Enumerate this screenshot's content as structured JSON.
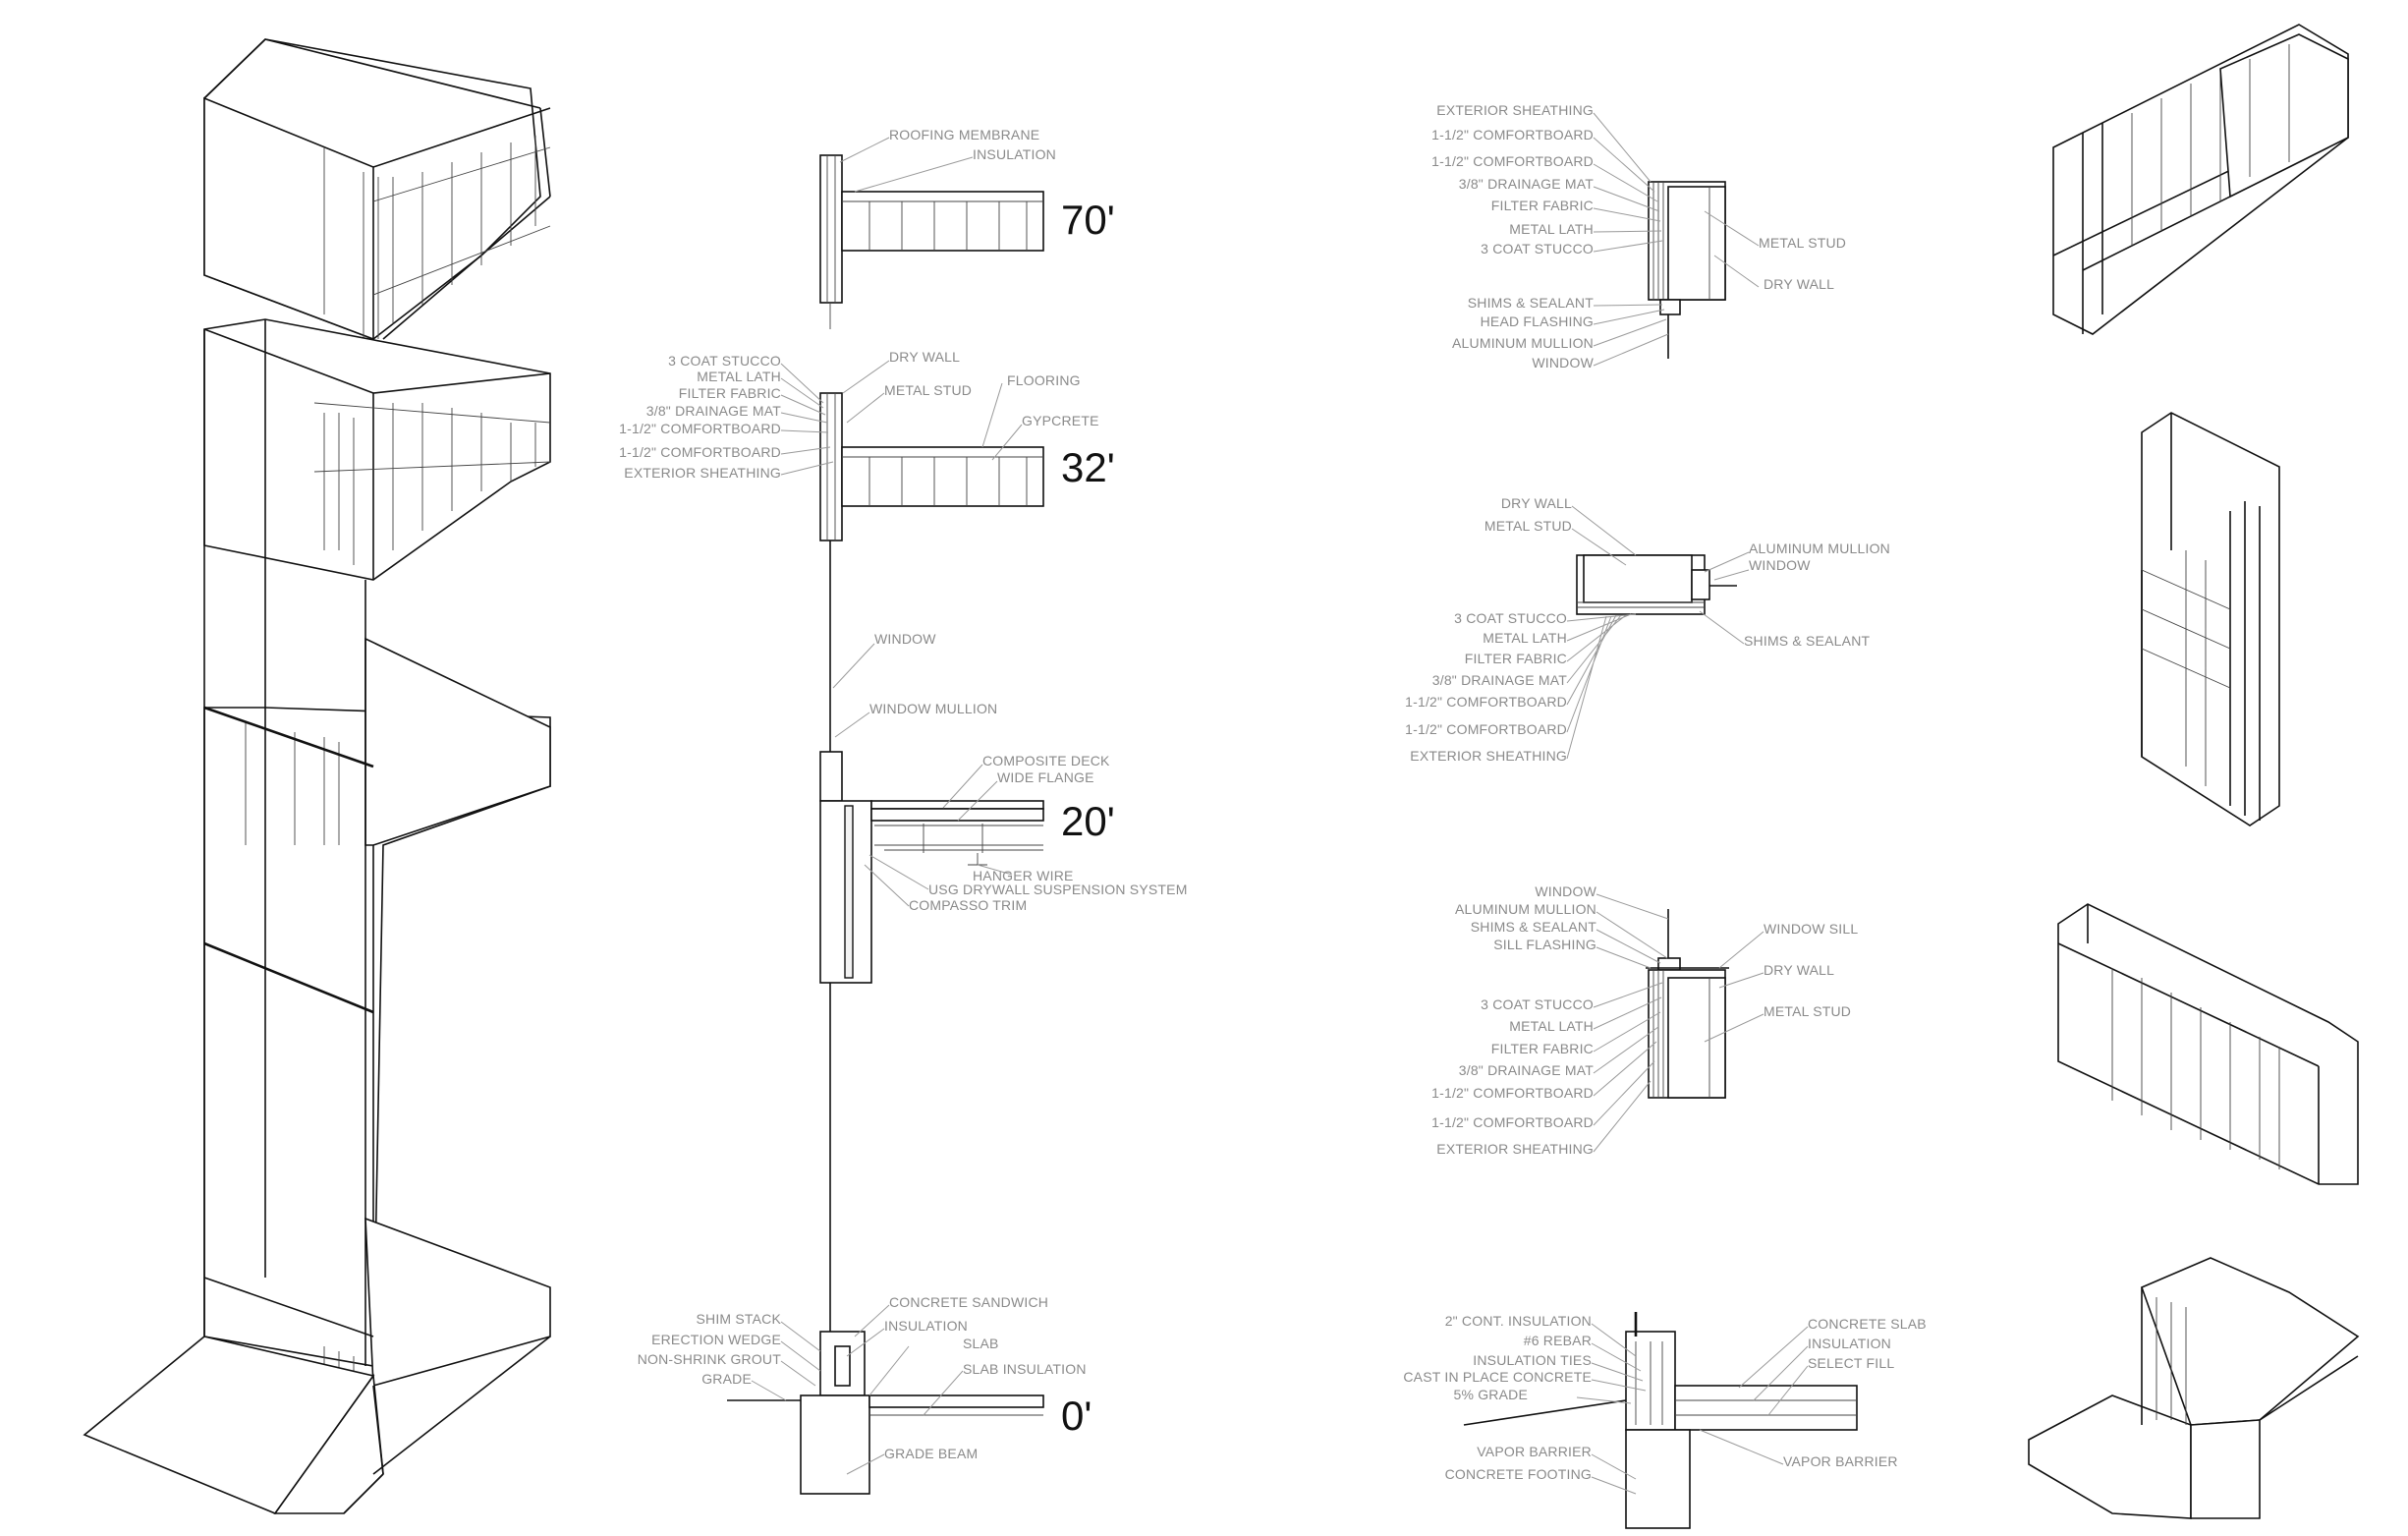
{
  "levels": [
    "70'",
    "32'",
    "20'",
    "0'"
  ],
  "section_labels": {
    "roof": [
      "ROOFING MEMBRANE",
      "INSULATION"
    ],
    "floor32_left": [
      "3 COAT STUCCO",
      "METAL LATH",
      "FILTER FABRIC",
      "3/8\" DRAINAGE MAT",
      "1-1/2\" COMFORTBOARD",
      "1-1/2\" COMFORTBOARD",
      "EXTERIOR SHEATHING"
    ],
    "floor32_right": [
      "DRY WALL",
      "METAL STUD",
      "FLOORING",
      "GYPCRETE"
    ],
    "window": [
      "WINDOW",
      "WINDOW MULLION"
    ],
    "floor20": [
      "COMPOSITE DECK",
      "WIDE FLANGE",
      "HANGER WIRE",
      "USG DRYWALL SUSPENSION SYSTEM",
      "COMPASSO TRIM"
    ],
    "base_left": [
      "SHIM STACK",
      "ERECTION WEDGE",
      "NON-SHRINK GROUT",
      "GRADE"
    ],
    "base_right": [
      "CONCRETE SANDWICH",
      "INSULATION",
      "SLAB",
      "SLAB INSULATION",
      "GRADE BEAM"
    ]
  },
  "detail_head": {
    "left": [
      "EXTERIOR SHEATHING",
      "1-1/2\" COMFORTBOARD",
      "1-1/2\" COMFORTBOARD",
      "3/8\" DRAINAGE MAT",
      "FILTER FABRIC",
      "METAL LATH",
      "3 COAT STUCCO",
      "SHIMS & SEALANT",
      "HEAD FLASHING",
      "ALUMINUM MULLION",
      "WINDOW"
    ],
    "right": [
      "METAL STUD",
      "DRY WALL"
    ]
  },
  "detail_jamb": {
    "top_left": [
      "DRY WALL",
      "METAL STUD"
    ],
    "right": [
      "ALUMINUM MULLION",
      "WINDOW",
      "SHIMS & SEALANT"
    ],
    "bottom_left": [
      "3 COAT STUCCO",
      "METAL LATH",
      "FILTER FABRIC",
      "3/8\" DRAINAGE MAT",
      "1-1/2\" COMFORTBOARD",
      "1-1/2\" COMFORTBOARD",
      "EXTERIOR SHEATHING"
    ]
  },
  "detail_sill": {
    "top_left": [
      "WINDOW",
      "ALUMINUM MULLION",
      "SHIMS & SEALANT",
      "SILL FLASHING"
    ],
    "right": [
      "WINDOW SILL",
      "DRY WALL",
      "METAL STUD"
    ],
    "bottom_left": [
      "3 COAT STUCCO",
      "METAL LATH",
      "FILTER FABRIC",
      "3/8\" DRAINAGE MAT",
      "1-1/2\" COMFORTBOARD",
      "1-1/2\" COMFORTBOARD",
      "EXTERIOR SHEATHING"
    ]
  },
  "detail_foundation": {
    "left": [
      "2\" CONT. INSULATION",
      "#6 REBAR",
      "INSULATION TIES",
      "CAST IN PLACE CONCRETE",
      "5% GRADE",
      "VAPOR BARRIER",
      "CONCRETE FOOTING"
    ],
    "right": [
      "CONCRETE SLAB",
      "INSULATION",
      "SELECT FILL",
      "VAPOR BARRIER"
    ]
  }
}
